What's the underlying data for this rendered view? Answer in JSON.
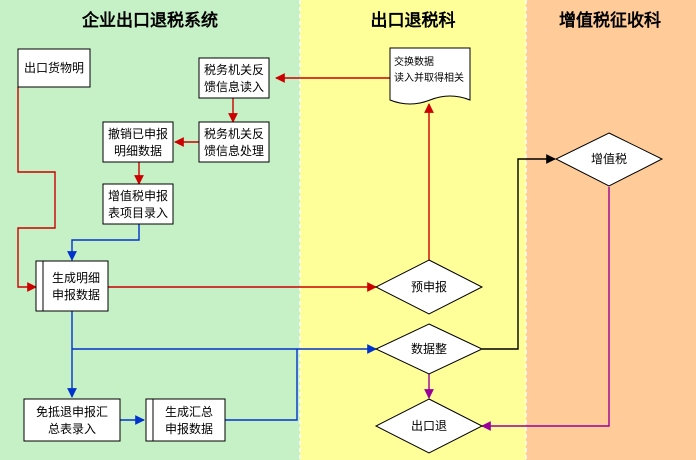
{
  "colors": {
    "lane_enterprise": "#c6f0c6",
    "lane_export": "#ffff99",
    "lane_vat": "#ffcc99",
    "red_arrow": "#cc0000",
    "blue_arrow": "#0033cc",
    "purple_arrow": "#990099",
    "black_arrow": "#000000"
  },
  "lanes": {
    "enterprise": "企业出口退税系统",
    "export_tax": "出口退税科",
    "vat": "增值税征收科"
  },
  "nodes": {
    "export_goods": "出口货物明",
    "feedback_read": [
      "税务机关反",
      "馈信息读入"
    ],
    "feedback_process": [
      "税务机关反",
      "馈信息处理"
    ],
    "revoke_detail": [
      "撤销已申报",
      "明细数据"
    ],
    "vat_entry": [
      "增值税申报",
      "表项目录入"
    ],
    "gen_detail": [
      "生成明细",
      "申报数据"
    ],
    "exempt_entry": [
      "免抵退申报汇",
      "总表录入"
    ],
    "gen_summary": [
      "生成汇总",
      "申报数据"
    ],
    "exchange_data": [
      "交换数据",
      "读入并取得相关"
    ],
    "pre_declare": "预申报",
    "data_adjust": "数据整",
    "export_refund": "出口退",
    "vat_node": "增值税"
  }
}
